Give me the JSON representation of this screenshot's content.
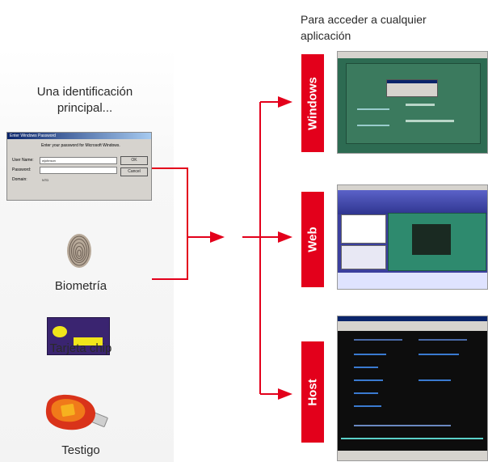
{
  "top_caption": "Para acceder a cualquier aplicación",
  "left_caption": "Una identificación principal...",
  "methods": {
    "biometry": "Biometría",
    "chip_card": "Tarjeta chip",
    "token": "Testigo"
  },
  "targets": {
    "windows": "Windows",
    "web": "Web",
    "host": "Host"
  },
  "login_dialog": {
    "title": "Enter Windows Password",
    "prompt": "Enter your password for Microsoft Windows.",
    "user_label": "User Name:",
    "user_value": "wjohnson",
    "password_label": "Password:",
    "domain_label": "Domain:",
    "domain_value": "NTD",
    "ok": "OK",
    "cancel": "Cancel"
  },
  "colors": {
    "accent_red": "#e3001b",
    "arrow_red": "#e3001b"
  }
}
